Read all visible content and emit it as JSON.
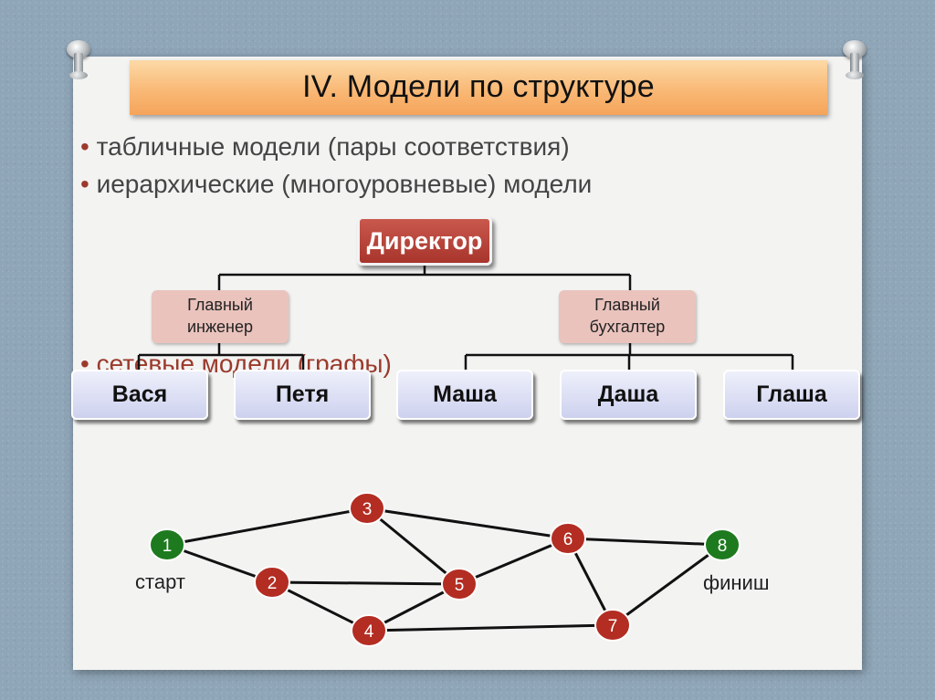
{
  "title": "IV. Модели по структуре",
  "bullets": [
    "табличные модели (пары соответствия)",
    "иерархические (многоуровневые) модели"
  ],
  "hidden_bullet": "сетевые модели (графы)",
  "hierarchy": {
    "root": "Директор",
    "chief_engineer_line1": "Главный",
    "chief_engineer_line2": "инженер",
    "chief_accountant_line1": "Главный",
    "chief_accountant_line2": "бухгалтер",
    "employees": [
      "Вася",
      "Петя",
      "Маша",
      "Даша",
      "Глаша"
    ]
  },
  "graph": {
    "nodes": [
      "1",
      "2",
      "3",
      "4",
      "5",
      "6",
      "7",
      "8"
    ],
    "start_label": "старт",
    "finish_label": "финиш",
    "edges": [
      [
        "1",
        "3"
      ],
      [
        "1",
        "2"
      ],
      [
        "3",
        "5"
      ],
      [
        "3",
        "6"
      ],
      [
        "2",
        "5"
      ],
      [
        "2",
        "4"
      ],
      [
        "4",
        "5"
      ],
      [
        "5",
        "6"
      ],
      [
        "6",
        "8"
      ],
      [
        "6",
        "7"
      ],
      [
        "4",
        "7"
      ],
      [
        "7",
        "8"
      ]
    ],
    "colors": {
      "start_finish": "#1e7a1e",
      "node": "#b32d22",
      "node_border": "#ffffff"
    }
  }
}
